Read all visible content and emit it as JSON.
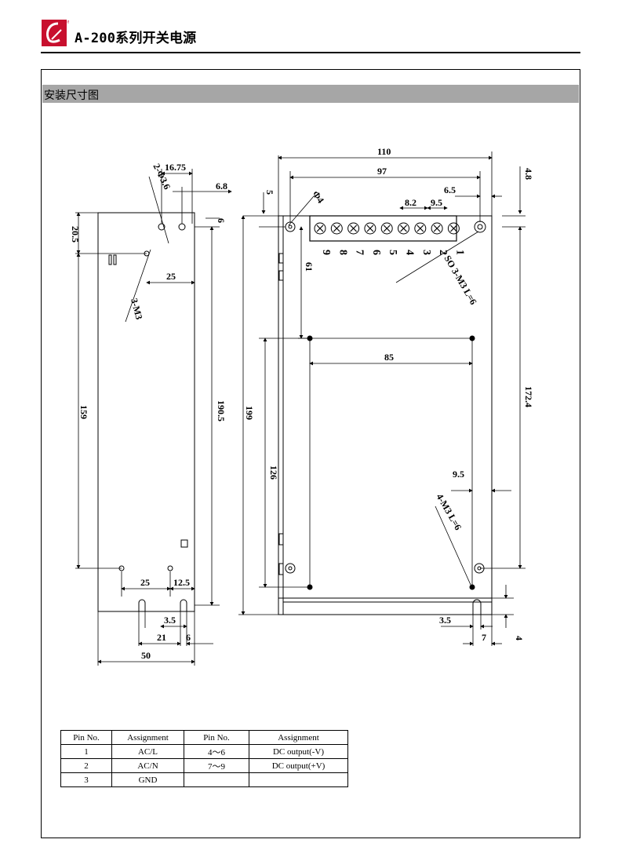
{
  "header": {
    "title": "A-200系列开关电源",
    "logo_letter": "L",
    "logo_color": "#c8102e"
  },
  "section": {
    "title": "安装尺寸图"
  },
  "left_view": {
    "dims": {
      "w16_75": "16.75",
      "d2_phi3_6": "2-Φ3.6",
      "w6_8": "6.8",
      "h6": "6",
      "h20_5": "20.5",
      "w25_top": "25",
      "m3": "3-M3",
      "h159": "159",
      "h190_5": "190.5",
      "w25_bot": "25",
      "w12_5": "12.5",
      "w3_5": "3.5",
      "w21": "21",
      "w6_bot": "6",
      "w50": "50"
    }
  },
  "right_view": {
    "dims": {
      "w110": "110",
      "w97": "97",
      "h4_8": "4.8",
      "w6_5": "6.5",
      "h5": "5",
      "phi4": "Φ4",
      "w8_2": "8.2",
      "w9_5_top": "9.5",
      "h61": "61",
      "h199": "199",
      "w85": "85",
      "h172_4": "172.4",
      "h126": "126",
      "w9_5_mid": "9.5",
      "m3_l6": "4-M3  L=6",
      "so_m3": "SO 3-M3  L=6",
      "w3_5": "3.5",
      "w7": "7",
      "h4": "4"
    },
    "terminals": [
      "9",
      "8",
      "7",
      "6",
      "5",
      "4",
      "3",
      "2",
      "1"
    ]
  },
  "pin_table": {
    "headers": [
      "Pin No.",
      "Assignment",
      "Pin No.",
      "Assignment"
    ],
    "rows": [
      [
        "1",
        "AC/L",
        "4～6",
        "DC output(-V)"
      ],
      [
        "2",
        "AC/N",
        "7～9",
        "DC output(+V)"
      ],
      [
        "3",
        "GND",
        "",
        ""
      ]
    ]
  }
}
